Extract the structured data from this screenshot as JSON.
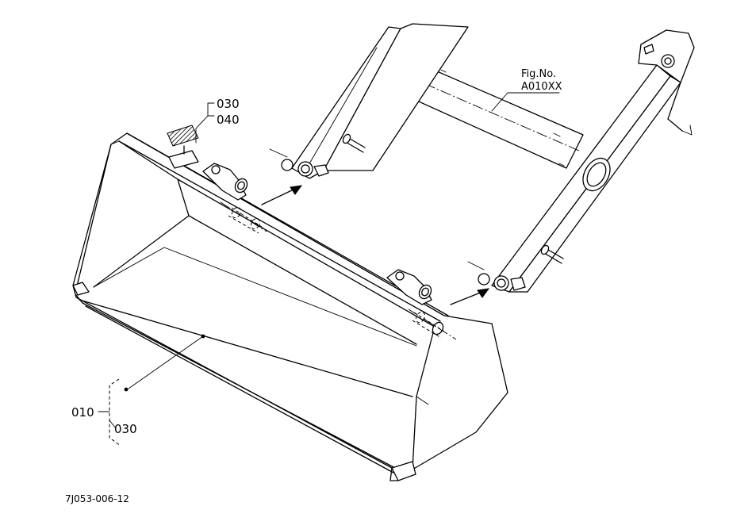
{
  "figure_reference": {
    "label": "Fig.No.",
    "code": "A010XX"
  },
  "callouts": {
    "decal_top": "030",
    "decal_bottom": "040",
    "bucket_main": "010",
    "bucket_sub": "030"
  },
  "drawing_code": "7J053-006-12",
  "colors": {
    "line": "#000000",
    "background": "#ffffff"
  }
}
